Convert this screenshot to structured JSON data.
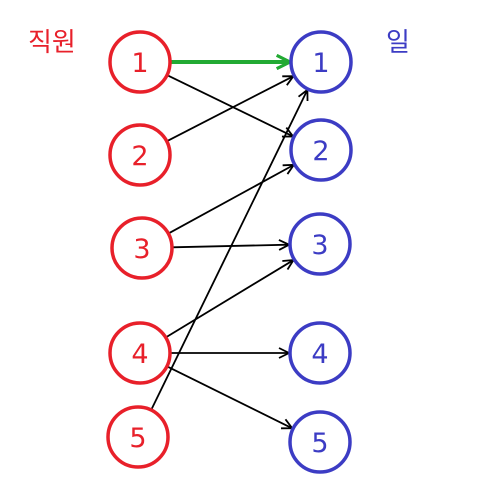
{
  "headers": {
    "left": "직원",
    "right": "일"
  },
  "colors": {
    "left_node": "#e8202a",
    "right_node": "#3c3cc4",
    "edge": "#000000",
    "highlight_edge": "#22aa33"
  },
  "left_nodes": [
    "1",
    "2",
    "3",
    "4",
    "5"
  ],
  "right_nodes": [
    "1",
    "2",
    "3",
    "4",
    "5"
  ],
  "edges": [
    {
      "from": "1",
      "to": "1",
      "highlight": true
    },
    {
      "from": "1",
      "to": "2",
      "highlight": false
    },
    {
      "from": "2",
      "to": "1",
      "highlight": false
    },
    {
      "from": "3",
      "to": "2",
      "highlight": false
    },
    {
      "from": "3",
      "to": "3",
      "highlight": false
    },
    {
      "from": "4",
      "to": "3",
      "highlight": false
    },
    {
      "from": "4",
      "to": "4",
      "highlight": false
    },
    {
      "from": "4",
      "to": "5",
      "highlight": false
    },
    {
      "from": "5",
      "to": "1",
      "highlight": false
    }
  ]
}
